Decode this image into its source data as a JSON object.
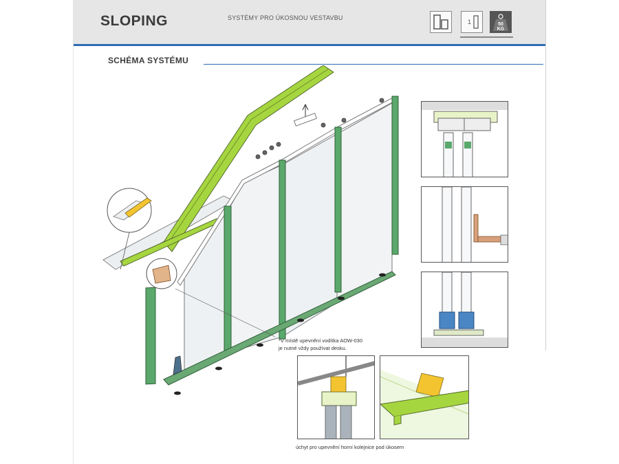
{
  "header": {
    "title": "SLOPING",
    "subtitle": "SYSTÉMY PRO ÚKOSNOU VESTAVBU",
    "icons": [
      {
        "name": "door-panels-icon"
      },
      {
        "name": "single-track-icon",
        "text": "1"
      },
      {
        "name": "weight-icon",
        "text_top": "50",
        "text_bottom": "KG"
      }
    ]
  },
  "section": {
    "title": "SCHÉMA SYSTÉMU"
  },
  "notes": {
    "mount_note": "*V místě upevnění vodítka AOW-030\nje nutné vždy používat desku.",
    "mount_caption": "úchyt pro upevnění horní kolejnice pod úkosem"
  },
  "colors": {
    "accent_blue": "#2f6db3",
    "profile_green": "#9fd33a",
    "frame_green": "#5aa86b",
    "panel_glass": "#eef1f3",
    "header_bg": "#e6e6e6"
  }
}
